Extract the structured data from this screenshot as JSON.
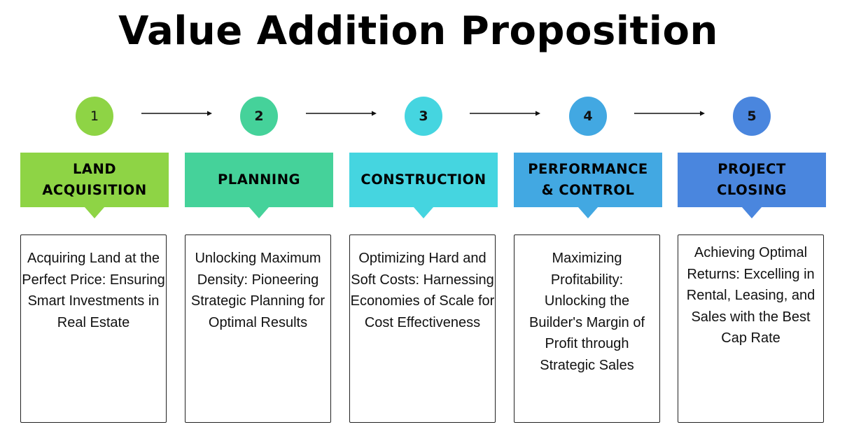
{
  "title": "Value Addition Proposition",
  "colors": {
    "step1": "#8ed445",
    "step2": "#45d29a",
    "step3": "#45d5e0",
    "step4": "#42a8e2",
    "step5": "#4a86de"
  },
  "steps": [
    {
      "number": "1",
      "header": "LAND ACQUISITION",
      "description": "Acquiring Land at the Perfect Price: Ensuring Smart Investments in Real Estate"
    },
    {
      "number": "2",
      "header": "PLANNING",
      "description": "Unlocking Maximum Density: Pioneering Strategic Planning for Optimal Results"
    },
    {
      "number": "3",
      "header": "CONSTRUCTION",
      "description": "Optimizing Hard and Soft Costs: Harnessing Economies of Scale for Cost Effectiveness"
    },
    {
      "number": "4",
      "header": "PERFORMANCE & CONTROL",
      "description": "Maximizing Profitability: Unlocking the Builder's Margin of Profit through Strategic Sales"
    },
    {
      "number": "5",
      "header": "PROJECT CLOSING",
      "description": "Achieving Optimal Returns: Excelling in Rental, Leasing, and Sales with the Best Cap Rate"
    }
  ]
}
